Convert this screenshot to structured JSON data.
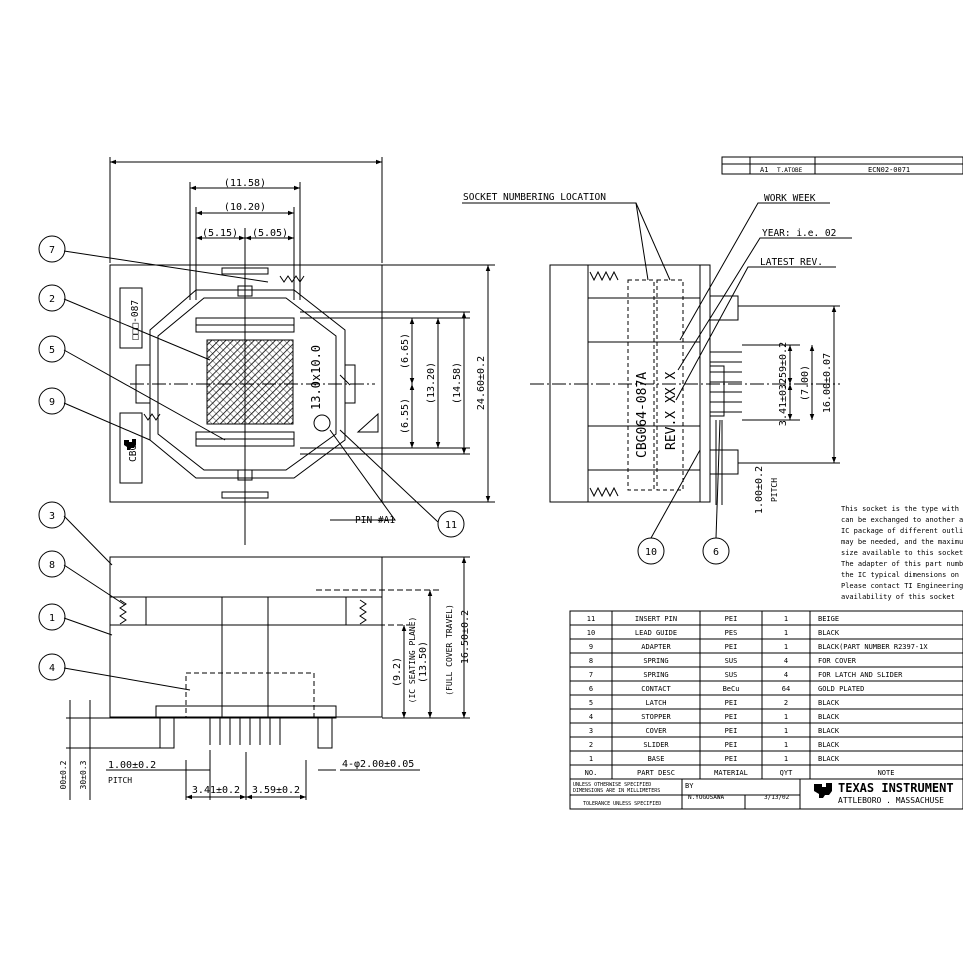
{
  "drawing": {
    "dims_top": [
      "(11.58)",
      "(10.20)",
      "(5.15)",
      "(5.05)"
    ],
    "dims_right": [
      "(6.65)",
      "(6.55)",
      "(13.20)",
      "(14.58)",
      "24.60±0.2"
    ],
    "dims_side": [
      "3.59±0.2",
      "3.41±0.2",
      "(7.00)",
      "16.00±0.07",
      "1.00±0.2",
      "PITCH"
    ],
    "dims_bottom": [
      "1.00±0.2",
      "PITCH",
      "3.41±0.2",
      "3.59±0.2",
      "4-φ2.00±0.05",
      "00±0.2",
      "30±0.3"
    ],
    "dims_front": [
      "(9.2)",
      "(IC SEATING PLANE)",
      "(13.50)",
      "(FULL COVER TRAVEL)",
      "16.50±0.2"
    ],
    "package_label": "13.0x10.0",
    "socket_code": "CBG064-087A",
    "rev_code": "REV.X XX X",
    "small_label": "□□□-087",
    "cbg_label": "CBG",
    "pin_label": "PIN #A1",
    "callouts_left": [
      "7",
      "2",
      "5",
      "9",
      "3",
      "8",
      "1",
      "4"
    ],
    "callouts_other": [
      "11",
      "10",
      "6"
    ],
    "annotations": [
      "SOCKET NUMBERING LOCATION",
      "WORK WEEK",
      "YEAR: i.e. 02",
      "LATEST REV."
    ]
  },
  "revision": {
    "rev": "A1",
    "by": "T.ATOBE",
    "ecn": "ECN02-0071"
  },
  "note_text": [
    "This socket is the type with a",
    "can be exchanged to another a",
    "IC package of different outli",
    "may be needed, and the maximum",
    "size available to this socket",
    "The adapter of this part numb",
    "the IC typical dimensions on",
    "Please contact TI Engineering",
    "availability of this socket"
  ],
  "parts_table": {
    "headers": [
      "NO.",
      "PART DESC",
      "MATERIAL",
      "QYT",
      "NOTE"
    ],
    "rows": [
      [
        "11",
        "INSERT PIN",
        "PEI",
        "1",
        "BEIGE"
      ],
      [
        "10",
        "LEAD GUIDE",
        "PES",
        "1",
        "BLACK"
      ],
      [
        "9",
        "ADAPTER",
        "PEI",
        "1",
        "BLACK(PART NUMBER R2397-1X"
      ],
      [
        "8",
        "SPRING",
        "SUS",
        "4",
        "FOR COVER"
      ],
      [
        "7",
        "SPRING",
        "SUS",
        "4",
        "FOR LATCH AND SLIDER"
      ],
      [
        "6",
        "CONTACT",
        "BeCu",
        "64",
        "GOLD PLATED"
      ],
      [
        "5",
        "LATCH",
        "PEI",
        "2",
        "BLACK"
      ],
      [
        "4",
        "STOPPER",
        "PEI",
        "1",
        "BLACK"
      ],
      [
        "3",
        "COVER",
        "PEI",
        "1",
        "BLACK"
      ],
      [
        "2",
        "SLIDER",
        "PEI",
        "1",
        "BLACK"
      ],
      [
        "1",
        "BASE",
        "PEI",
        "1",
        "BLACK"
      ]
    ]
  },
  "title_block": {
    "unless1": "UNLESS OTHERWISE SPECIFIED",
    "unless2": "DIMENSIONS ARE IN MILLIMETERS",
    "tolerance": "TOLERANCE UNLESS SPECIFIED",
    "by_label": "BY",
    "by_name": "N.YOGOSAWA",
    "date": "3/13/02",
    "company": "TEXAS INSTRUMENT",
    "location": "ATTLEBORO . MASSACHUSE"
  }
}
